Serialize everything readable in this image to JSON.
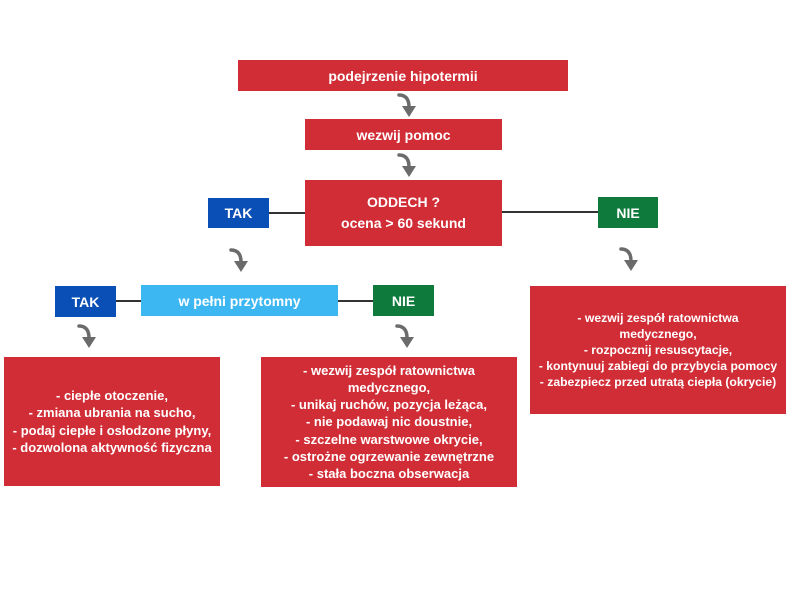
{
  "colors": {
    "red": "#d12d36",
    "blue": "#0a4fb5",
    "green": "#0e7a3b",
    "cyan": "#3db7f2",
    "arrow": "#6b6b6b"
  },
  "nodes": {
    "suspicion": "podejrzenie hipotermii",
    "call_help": "wezwij pomoc",
    "breathing": {
      "line1": "ODDECH ?",
      "line2": "ocena > 60 sekund"
    },
    "breath_yes": "TAK",
    "breath_no": "NIE",
    "conscious": "w pełni przytomny",
    "conscious_yes": "TAK",
    "conscious_no": "NIE",
    "yes_actions": [
      "- ciepłe otoczenie,",
      "- zmiana ubrania na sucho,",
      "- podaj ciepłe i osłodzone płyny,",
      "- dozwolona aktywność fizyczna"
    ],
    "no_conscious_actions": [
      "- wezwij zespół ratownictwa",
      "medycznego,",
      "- unikaj ruchów, pozycja leżąca,",
      "- nie podawaj nic doustnie,",
      "- szczelne warstwowe okrycie,",
      "- ostrożne ogrzewanie zewnętrzne",
      "- stała boczna obserwacja"
    ],
    "no_breath_actions": [
      "- wezwij zespół ratownictwa",
      "medycznego,",
      "- rozpocznij resuscytacje,",
      "- kontynuuj zabiegi do przybycia pomocy",
      "- zabezpiecz przed utratą ciepła (okrycie)"
    ]
  }
}
